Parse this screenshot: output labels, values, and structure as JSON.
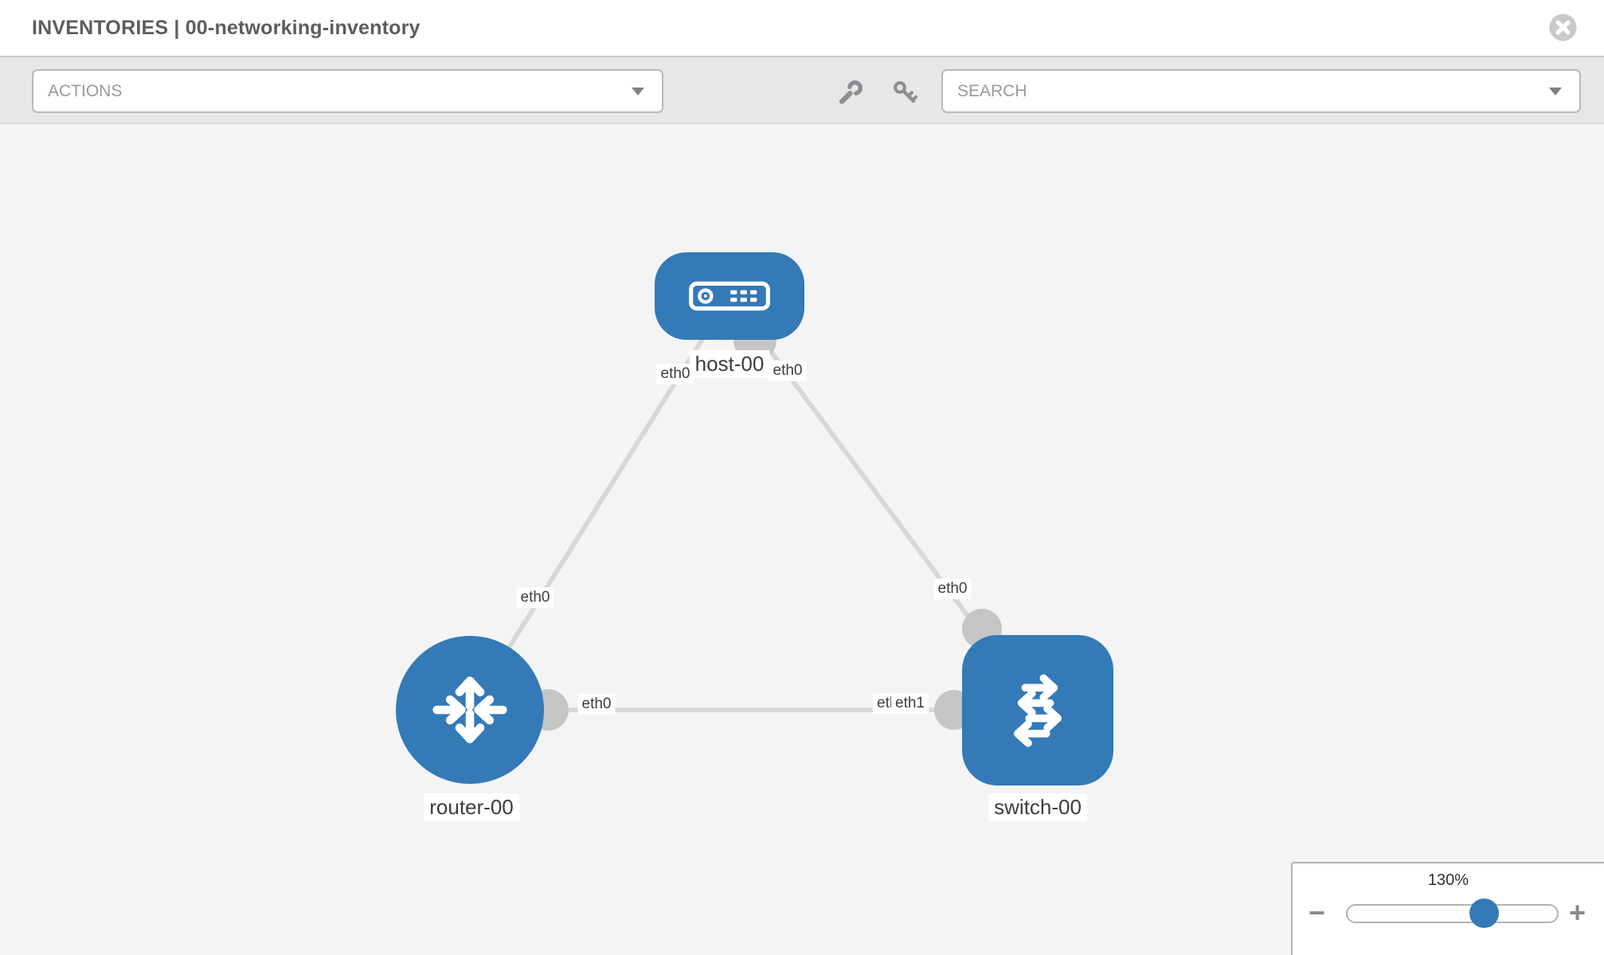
{
  "header": {
    "title": "INVENTORIES | 00-networking-inventory"
  },
  "toolbar": {
    "actions_label": "ACTIONS",
    "search_label": "SEARCH"
  },
  "topology": {
    "nodes": [
      {
        "id": "host-00",
        "type": "host",
        "label": "host-00"
      },
      {
        "id": "router-00",
        "type": "router",
        "label": "router-00"
      },
      {
        "id": "switch-00",
        "type": "switch",
        "label": "switch-00"
      }
    ],
    "links": [
      {
        "from": "router-00",
        "to": "host-00"
      },
      {
        "from": "host-00",
        "to": "switch-00"
      },
      {
        "from": "router-00",
        "to": "switch-00"
      }
    ],
    "interfaces": {
      "host_left": "eth0",
      "host_right": "eth0",
      "router_to_host": "eth0",
      "switch_to_host": "eth0",
      "router_to_switch": "eth0",
      "switch_overlap_under": "eth0",
      "switch_to_router": "eth1"
    }
  },
  "zoom_control": {
    "value": "130%",
    "minus_label": "−",
    "plus_label": "+"
  },
  "colors": {
    "node_blue": "#337ab7",
    "link_gray": "#d8d8d8",
    "interface_gray": "#c5c5c5",
    "title_gray": "#5d5d5d"
  }
}
